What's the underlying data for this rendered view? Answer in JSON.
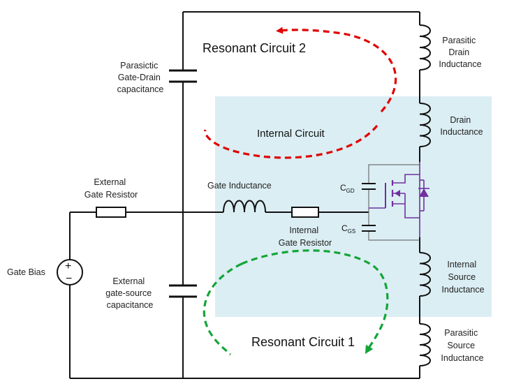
{
  "labels": {
    "resonant_circuit_2": "Resonant Circuit 2",
    "resonant_circuit_1": "Resonant Circuit 1",
    "internal_circuit": "Internal Circuit",
    "parasitic_gate_drain_cap": [
      "Parasictic",
      "Gate-Drain",
      "capacitance"
    ],
    "parasitic_drain_inductance": [
      "Parasitic",
      "Drain",
      "Inductance"
    ],
    "drain_inductance": [
      "Drain",
      "Inductance"
    ],
    "external_gate_resistor": [
      "External",
      "Gate Resistor"
    ],
    "gate_inductance": "Gate Inductance",
    "internal_gate_resistor": [
      "Internal",
      "Gate Resistor"
    ],
    "cgd_main": "C",
    "cgd_sub": "GD",
    "cgs_main": "C",
    "cgs_sub": "GS",
    "gate_bias": "Gate Bias",
    "external_gate_source_cap": [
      "External",
      "gate-source",
      "capacitance"
    ],
    "internal_source_inductance": [
      "Internal",
      "Source",
      "Inductance"
    ],
    "parasitic_source_inductance": [
      "Parasitic",
      "Source",
      "Inductance"
    ],
    "source_plus": "+",
    "source_minus": "−"
  },
  "colors": {
    "internal_region": "#dbeef3",
    "resonant_2_arrow": "#e00000",
    "resonant_1_arrow": "#13a538",
    "mosfet": "#7030a0"
  }
}
